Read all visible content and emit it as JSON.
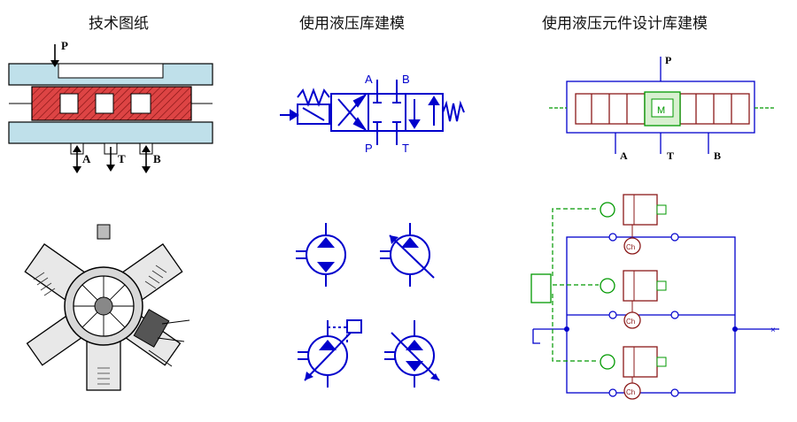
{
  "columns": [
    {
      "title": "技术图纸"
    },
    {
      "title": "使用液压库建模"
    },
    {
      "title": "使用液压元件设计库建模"
    }
  ],
  "drawing": {
    "port_p": "P",
    "port_a": "A",
    "port_t": "T",
    "port_b": "B"
  },
  "valve_symbol": {
    "port_a": "A",
    "port_b": "B",
    "port_p": "P",
    "port_t": "T"
  },
  "component_model": {
    "port_p": "P",
    "port_a": "A",
    "port_t": "T",
    "port_b": "B",
    "center_label": "M"
  },
  "chamber_label": "Ch",
  "colors": {
    "hatch_red": "#c0392b",
    "steel_blue": "#bfe0ea",
    "symbol_blue": "#0000cc",
    "model_green": "#009900",
    "model_red": "#8b1a1a"
  }
}
